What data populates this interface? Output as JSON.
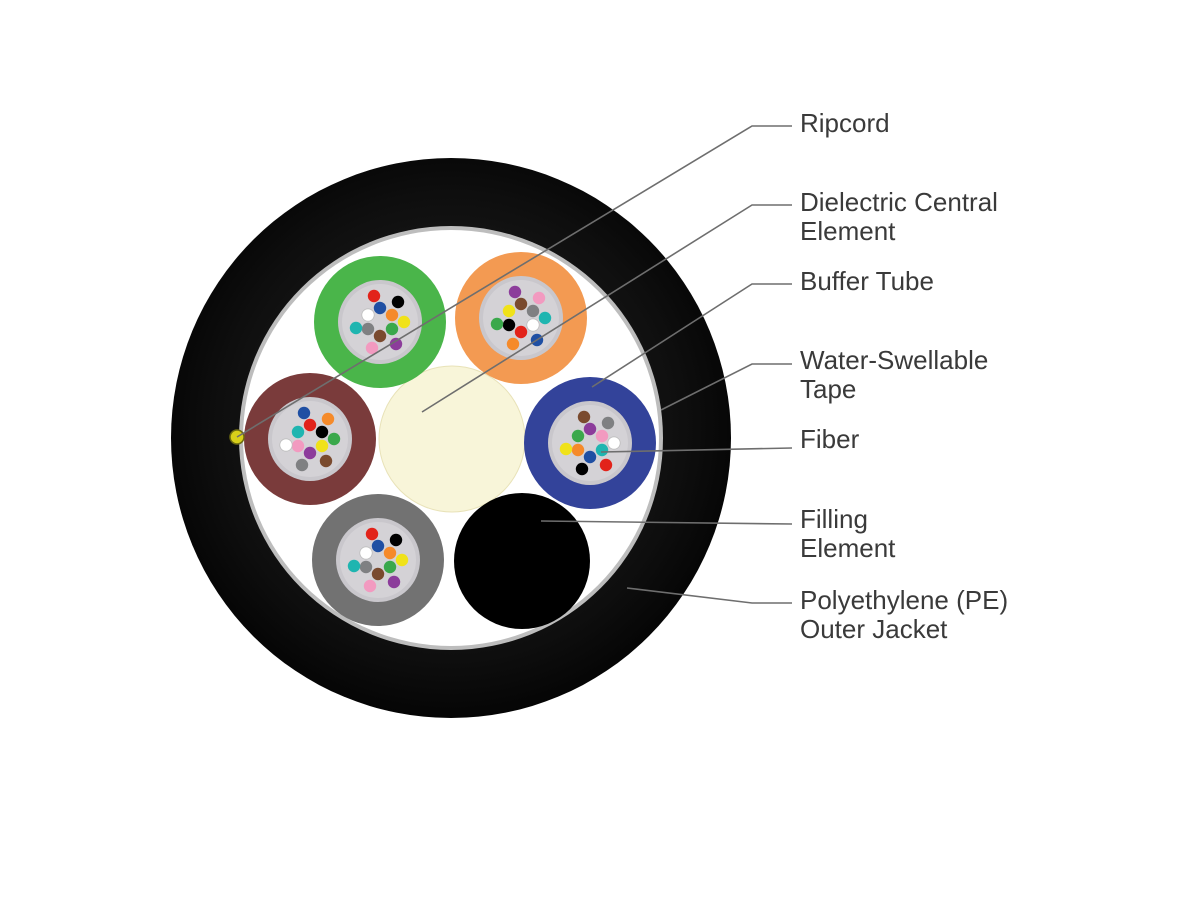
{
  "diagram": {
    "labels": {
      "ripcord": {
        "lines": [
          "Ripcord"
        ]
      },
      "dielectric_central_element": {
        "lines": [
          "Dielectric Central",
          "Element"
        ]
      },
      "buffer_tube": {
        "lines": [
          "Buffer Tube"
        ]
      },
      "water_swellable_tape": {
        "lines": [
          "Water-Swellable",
          "Tape"
        ]
      },
      "fiber": {
        "lines": [
          "Fiber"
        ]
      },
      "filling_element": {
        "lines": [
          "Filling",
          "Element"
        ]
      },
      "pe_outer_jacket": {
        "lines": [
          "Polyethylene (PE)",
          "Outer Jacket"
        ]
      }
    },
    "colors": {
      "jacket": "#0b0b0b",
      "tape": "#ffffff",
      "central_element": "#f8f5d9",
      "filling_element": "#000000",
      "leader_line": "#6e6e6e",
      "label_text": "#3a3a3a",
      "ripcord": "#d8cf1a",
      "tube_inner": "#d4d2d6"
    },
    "buffer_tubes": [
      {
        "name": "green-buffer-tube",
        "color": "#4ab54a"
      },
      {
        "name": "orange-buffer-tube",
        "color": "#f39a52"
      },
      {
        "name": "brown-buffer-tube",
        "color": "#7a3b3b"
      },
      {
        "name": "blue-buffer-tube",
        "color": "#33439a"
      },
      {
        "name": "gray-buffer-tube",
        "color": "#727272"
      }
    ],
    "fiber_colors": [
      "#1f4fa3",
      "#f58a2a",
      "#3aa84b",
      "#7a4a2e",
      "#7f8082",
      "#ffffff",
      "#e2231a",
      "#000000",
      "#f0e219",
      "#8c3c9b",
      "#f29ac0",
      "#1fb5b0"
    ]
  }
}
